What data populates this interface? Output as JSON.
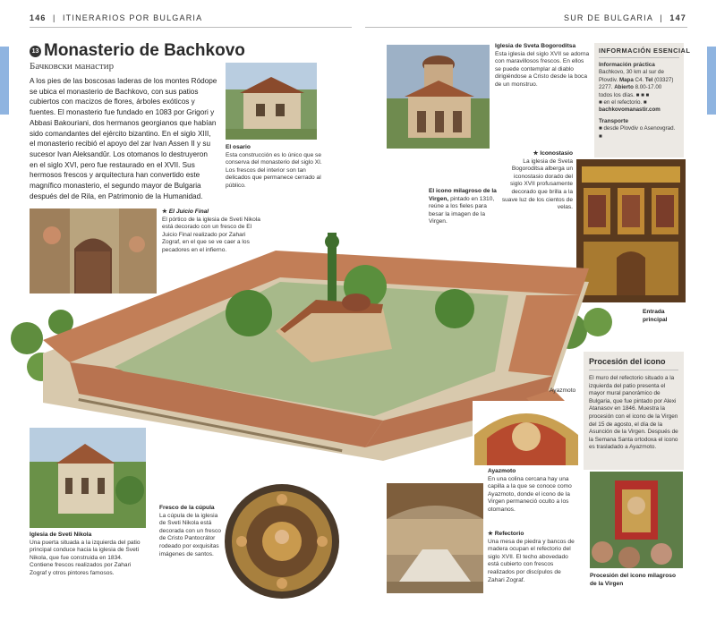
{
  "header": {
    "left_page": "146",
    "left_title": "ITINERARIOS POR BULGARIA",
    "right_title": "SUR DE BULGARIA",
    "right_page": "147"
  },
  "title": {
    "number": "13",
    "name": "Monasterio de Bachkovo",
    "native": "Бачковски манастир"
  },
  "intro": "A los pies de las boscosas laderas de los montes Ródope se ubica el monasterio de Bachkovo, con sus patios cubiertos con macizos de flores, árboles exóticos y fuentes. El monasterio fue fundado en 1083 por Grigori y Abbasi Bakouriani, dos hermanos georgianos que habían sido comandantes del ejército bizantino. En el siglo XIII, el monasterio recibió el apoyo del zar Ivan Assen II y su sucesor Ivan Aleksandûr. Los otomanos lo destruyeron en el siglo XVI, pero fue restaurado en el XVII. Sus hermosos frescos y arquitectura han convertido este magnífico monasterio, el segundo mayor de Bulgaria después del de Rila, en Patrimonio de la Humanidad.",
  "captions": {
    "osario": {
      "title": "El osario",
      "text": "Esta construcción es lo único que se conserva del monasterio del siglo XI. Los frescos del interior son tan delicados que permanece cerrado al público."
    },
    "bogoroditsa": {
      "title": "Iglesia de Sveta Bogoroditsa",
      "text": "Esta iglesia del siglo XVII se adorna con maravillosos frescos. En ellos se puede contemplar al diablo dirigiéndose a Cristo desde la boca de un monstruo."
    },
    "juicio": {
      "title": "El Juicio Final",
      "text": "El pórtico de la iglesia de Sveti Nikola está decorado con un fresco de El Juicio Final realizado por Zahari Zograf, en el que se ve caer a los pecadores en el infierno."
    },
    "icono": {
      "title": "El icono milagroso de la Virgen,",
      "text": "pintado en 1310, reúne a los fieles para besar la imagen de la Virgen."
    },
    "iconostasio": {
      "title": "Iconostasio",
      "text": "La iglesia de Sveta Bogoroditsa alberga un iconostasio dorado del siglo XVII profusamente decorado que brilla a la suave luz de los cientos de velas."
    },
    "entrada": "Entrada principal",
    "ayazmoto_label": "Ayazmoto",
    "nikola": {
      "title": "Iglesia de Sveti Nikola",
      "text": "Una puerta situada a la izquierda del patio principal conduce hacia la iglesia de Sveti Nikola, que fue construida en 1834. Contiene frescos realizados por Zahari Zograf y otros pintores famosos."
    },
    "cupula": {
      "title": "Fresco de la cúpula",
      "text": "La cúpula de la iglesia de Sveti Nikola está decorada con un fresco de Cristo Pantocrátor rodeado por exquisitas imágenes de santos."
    },
    "ayazmoto": {
      "title": "Ayazmoto",
      "text": "En una colina cercana hay una capilla a la que se conoce como Ayazmoto, donde el icono de la Virgen permaneció oculto a los otomanos."
    },
    "refectorio": {
      "title": "Refectorio",
      "text": "Una mesa de piedra y bancos de madera ocupan el refectorio del siglo XVII. El techo abovedado está cubierto con frescos realizados por discípulos de Zahari Zograf."
    },
    "procesion_img": "Procesión del icono milagroso de la Virgen"
  },
  "info": {
    "heading": "INFORMACIÓN ESENCIAL",
    "practica_title": "Información práctica",
    "line1": "Bachkovo, 30 km al sur de",
    "line2": "Plovdiv.",
    "mapa": "Mapa",
    "mapa_val": "C4.",
    "tel": "Tel",
    "tel_val": "(03327)",
    "line3": "2277.",
    "abierto": "Abierto",
    "abierto_val": "8.00-17.00",
    "line4": "todos los días.",
    "line5": "en el refectorio.",
    "web": "bachkovomanastir.com",
    "transporte_title": "Transporte",
    "transporte_val": "desde Plovdiv o Asenovgrad."
  },
  "procesion": {
    "title": "Procesión del icono",
    "text": "El muro del refectorio situado a la izquierda del patio presenta el mayor mural panorámico de Bulgaria, que fue pintado por Alexi Atanasov en 1846. Muestra la procesión con el icono de la Virgen del 15 de agosto, el día de la Asunción de la Virgen. Después de la Semana Santa ortodoxa el icono es trasladado a Ayazmoto."
  },
  "colors": {
    "accent_tab": "#8fb4e0",
    "info_bg": "#ece9e4"
  }
}
